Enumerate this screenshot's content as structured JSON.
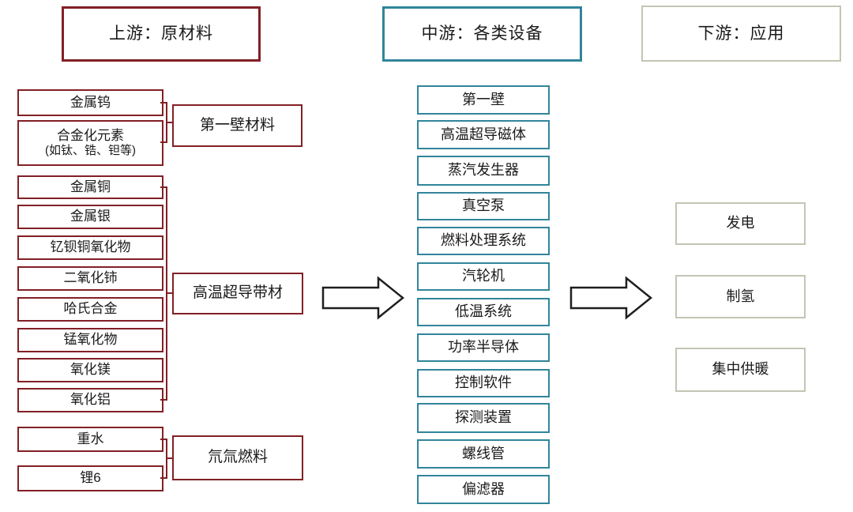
{
  "colors": {
    "upstream_accent": "#822025",
    "midstream_accent": "#31859B",
    "downstream_accent": "#C4C4B4",
    "arrow_outline": "#1f1f1f"
  },
  "headers": {
    "upstream": "上游：原材料",
    "midstream": "中游：各类设备",
    "downstream": "下游：应用"
  },
  "upstream": {
    "groups": [
      {
        "label": "第一壁材料",
        "items": [
          {
            "label": "金属钨"
          },
          {
            "label": "合金化元素",
            "sublabel": "(如钛、锆、钽等)"
          }
        ]
      },
      {
        "label": "高温超导带材",
        "items": [
          {
            "label": "金属铜"
          },
          {
            "label": "金属银"
          },
          {
            "label": "钇钡铜氧化物"
          },
          {
            "label": "二氧化铈"
          },
          {
            "label": "哈氏合金"
          },
          {
            "label": "锰氧化物"
          },
          {
            "label": "氧化镁"
          },
          {
            "label": "氧化铝"
          }
        ]
      },
      {
        "label": "氘氚燃料",
        "items": [
          {
            "label": "重水"
          },
          {
            "label": "锂6"
          }
        ]
      }
    ]
  },
  "midstream": {
    "items": [
      "第一壁",
      "高温超导磁体",
      "蒸汽发生器",
      "真空泵",
      "燃料处理系统",
      "汽轮机",
      "低温系统",
      "功率半导体",
      "控制软件",
      "探测装置",
      "螺线管",
      "偏滤器"
    ]
  },
  "downstream": {
    "items": [
      "发电",
      "制氢",
      "集中供暖"
    ]
  }
}
